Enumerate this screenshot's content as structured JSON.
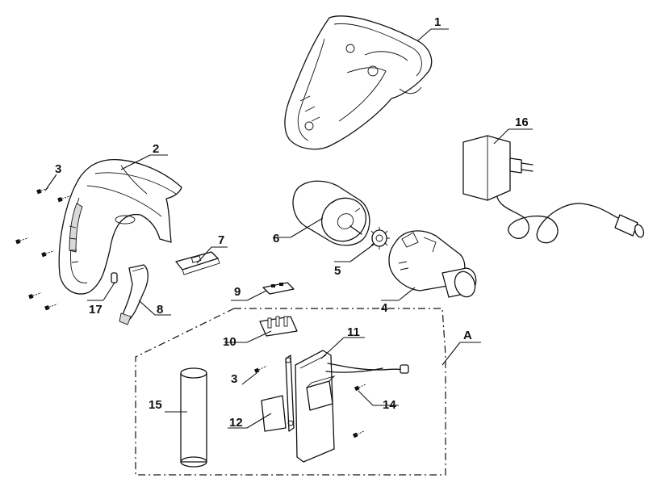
{
  "callouts": [
    {
      "id": "c1",
      "text": "1"
    },
    {
      "id": "c2",
      "text": "2"
    },
    {
      "id": "c3a",
      "text": "3"
    },
    {
      "id": "c3b",
      "text": "3"
    },
    {
      "id": "c4",
      "text": "4"
    },
    {
      "id": "c5",
      "text": "5"
    },
    {
      "id": "c6",
      "text": "6"
    },
    {
      "id": "c7",
      "text": "7"
    },
    {
      "id": "c8",
      "text": "8"
    },
    {
      "id": "c9",
      "text": "9"
    },
    {
      "id": "c10",
      "text": "10"
    },
    {
      "id": "c11",
      "text": "11"
    },
    {
      "id": "c12",
      "text": "12"
    },
    {
      "id": "c14",
      "text": "14"
    },
    {
      "id": "c15",
      "text": "15"
    },
    {
      "id": "c16",
      "text": "16"
    },
    {
      "id": "c17",
      "text": "17"
    },
    {
      "id": "cA",
      "text": "A"
    }
  ]
}
